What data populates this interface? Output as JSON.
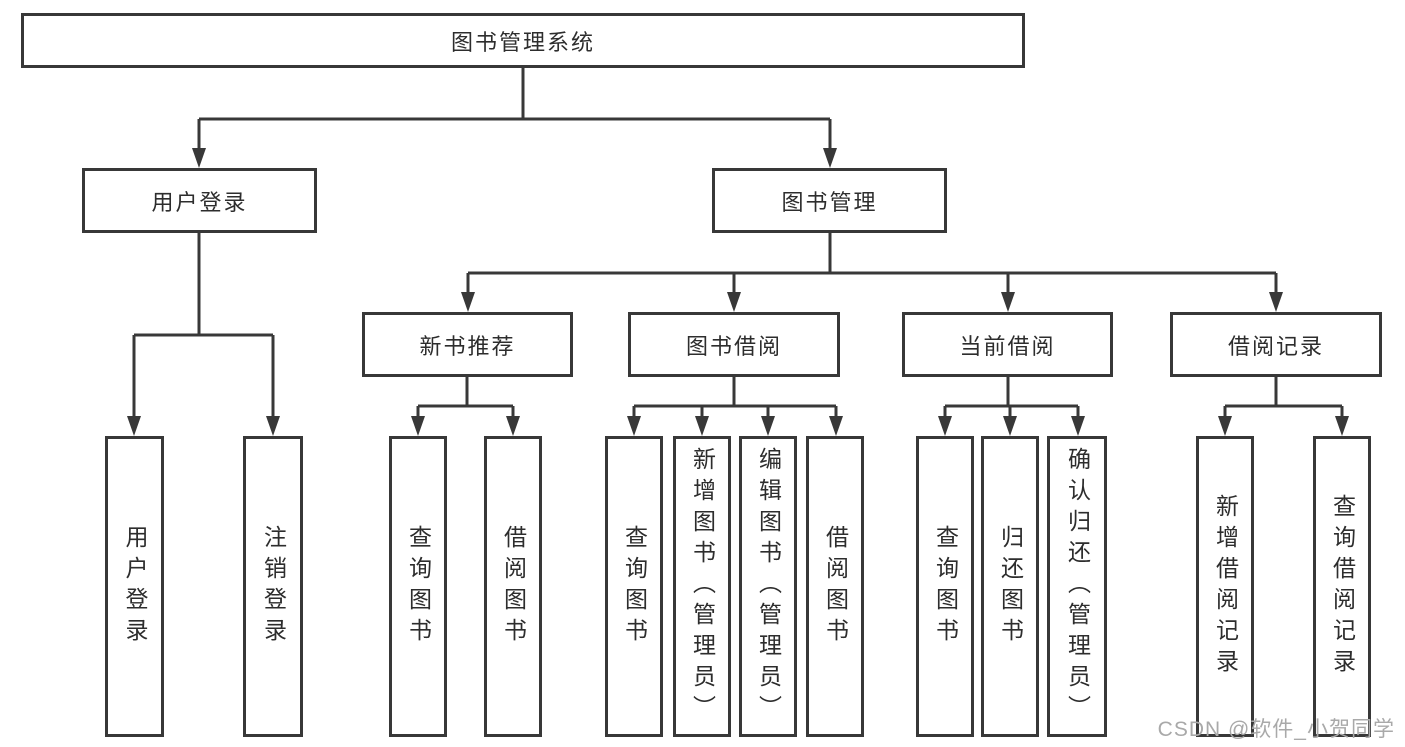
{
  "tree": {
    "label": "图书管理系统",
    "children": [
      {
        "label": "用户登录",
        "children": [
          {
            "label": "用户登录"
          },
          {
            "label": "注销登录"
          }
        ]
      },
      {
        "label": "图书管理",
        "children": [
          {
            "label": "新书推荐",
            "children": [
              {
                "label": "查询图书"
              },
              {
                "label": "借阅图书"
              }
            ]
          },
          {
            "label": "图书借阅",
            "children": [
              {
                "label": "查询图书"
              },
              {
                "label": "新增图书（管理员）"
              },
              {
                "label": "编辑图书（管理员）"
              },
              {
                "label": "借阅图书"
              }
            ]
          },
          {
            "label": "当前借阅",
            "children": [
              {
                "label": "查询图书"
              },
              {
                "label": "归还图书"
              },
              {
                "label": "确认归还（管理员）"
              }
            ]
          },
          {
            "label": "借阅记录",
            "children": [
              {
                "label": "新增借阅记录"
              },
              {
                "label": "查询借阅记录"
              }
            ]
          }
        ]
      }
    ]
  },
  "watermark": {
    "text": "CSDN @软件_小贺同学"
  },
  "colors": {
    "line": "#383838",
    "text": "#2d2d2d",
    "watermark": "#a9a9a9",
    "background": "#ffffff"
  }
}
